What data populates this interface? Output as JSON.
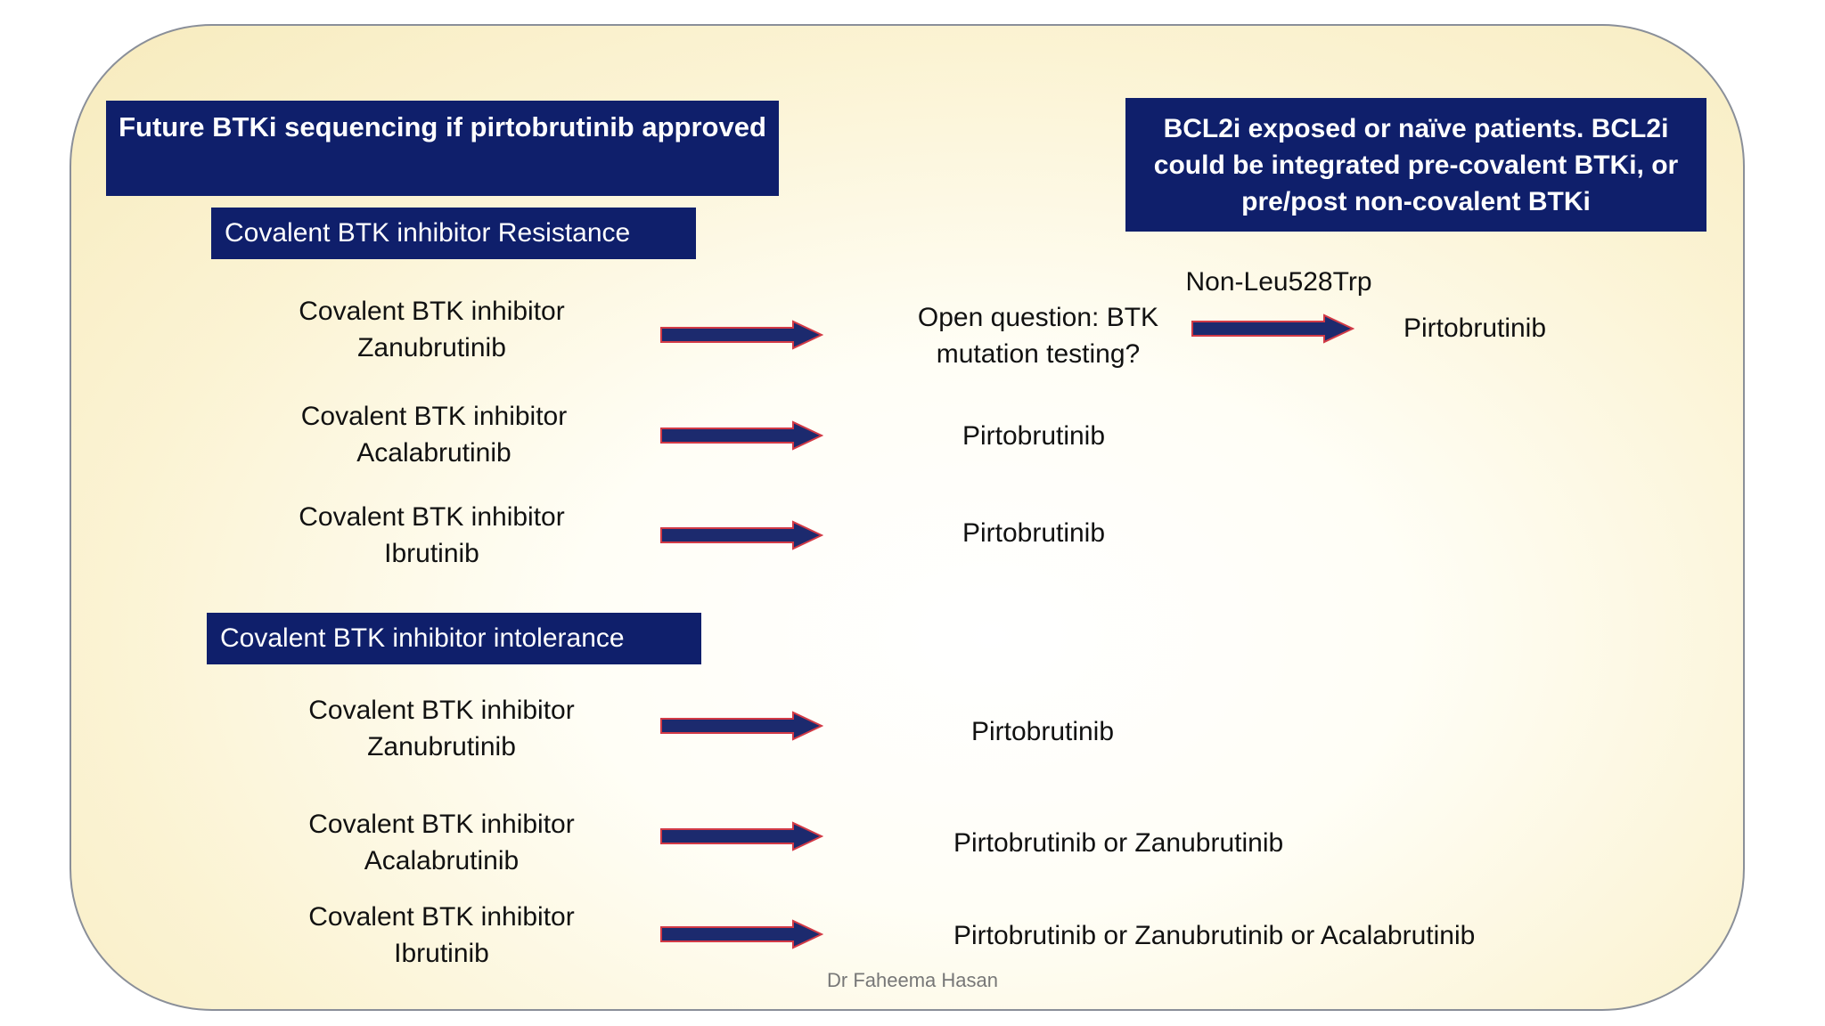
{
  "title": "Future BTKi sequencing if pirtobrutinib approved",
  "bcl2_note": "BCL2i exposed or naïve patients. BCL2i could be integrated pre-covalent BTKi, or pre/post non-covalent BTKi",
  "resistance": {
    "header": "Covalent BTK inhibitor Resistance",
    "rows": [
      {
        "line1": "Covalent BTK inhibitor",
        "line2": "Zanubrutinib",
        "result": "Open question: BTK mutation testing?"
      },
      {
        "line1": "Covalent BTK inhibitor",
        "line2": "Acalabrutinib",
        "result": "Pirtobrutinib"
      },
      {
        "line1": "Covalent BTK inhibitor",
        "line2": "Ibrutinib",
        "result": "Pirtobrutinib"
      }
    ],
    "mutation_label": "Non-Leu528Trp",
    "mutation_result": "Pirtobrutinib"
  },
  "intolerance": {
    "header": "Covalent BTK inhibitor intolerance",
    "rows": [
      {
        "line1": "Covalent BTK inhibitor",
        "line2": "Zanubrutinib",
        "result": "Pirtobrutinib"
      },
      {
        "line1": "Covalent BTK inhibitor",
        "line2": "Acalabrutinib",
        "result": "Pirtobrutinib or Zanubrutinib"
      },
      {
        "line1": "Covalent BTK inhibitor",
        "line2": "Ibrutinib",
        "result": "Pirtobrutinib or Zanubrutinib or Acalabrutinib"
      }
    ]
  },
  "footer": "Dr Faheema Hasan",
  "colors": {
    "box": "#0f1f6b",
    "arrow_fill": "#1c2a6e",
    "arrow_edge": "#d23a46",
    "panel": "#f7ebbd"
  },
  "icons": {
    "arrow": "right-arrow-icon"
  }
}
